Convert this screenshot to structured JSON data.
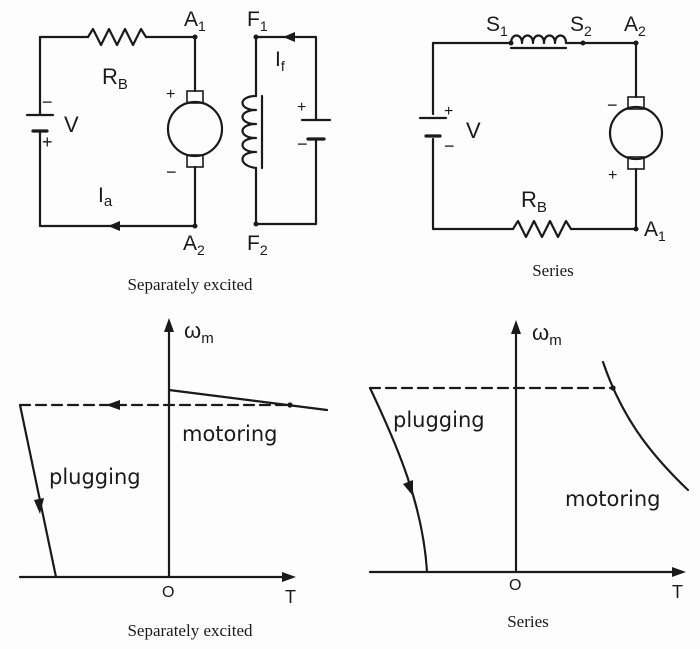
{
  "diagram1": {
    "labels": {
      "rb": "R",
      "rb_sub": "B",
      "a1": "A",
      "a1_sub": "1",
      "a2": "A",
      "a2_sub": "2",
      "f1": "F",
      "f1_sub": "1",
      "f2": "F",
      "f2_sub": "2",
      "if": "I",
      "if_sub": "f",
      "ia": "I",
      "ia_sub": "a",
      "v": "V",
      "plus": "+",
      "minus": "−"
    },
    "caption": "Separately excited"
  },
  "diagram2": {
    "labels": {
      "s1": "S",
      "s1_sub": "1",
      "s2": "S",
      "s2_sub": "2",
      "a1": "A",
      "a1_sub": "1",
      "a2": "A",
      "a2_sub": "2",
      "rb": "R",
      "rb_sub": "B",
      "v": "V",
      "plus": "+",
      "minus": "−"
    },
    "caption": "Series"
  },
  "graph1": {
    "y_axis": "ω",
    "y_sub": "m",
    "x_axis": "T",
    "origin": "O",
    "region_motoring": "motoring",
    "region_plugging": "plugging",
    "caption": "Separately excited"
  },
  "graph2": {
    "y_axis": "ω",
    "y_sub": "m",
    "x_axis": "T",
    "origin": "O",
    "region_motoring": "motoring",
    "region_plugging": "plugging",
    "caption": "Series"
  }
}
